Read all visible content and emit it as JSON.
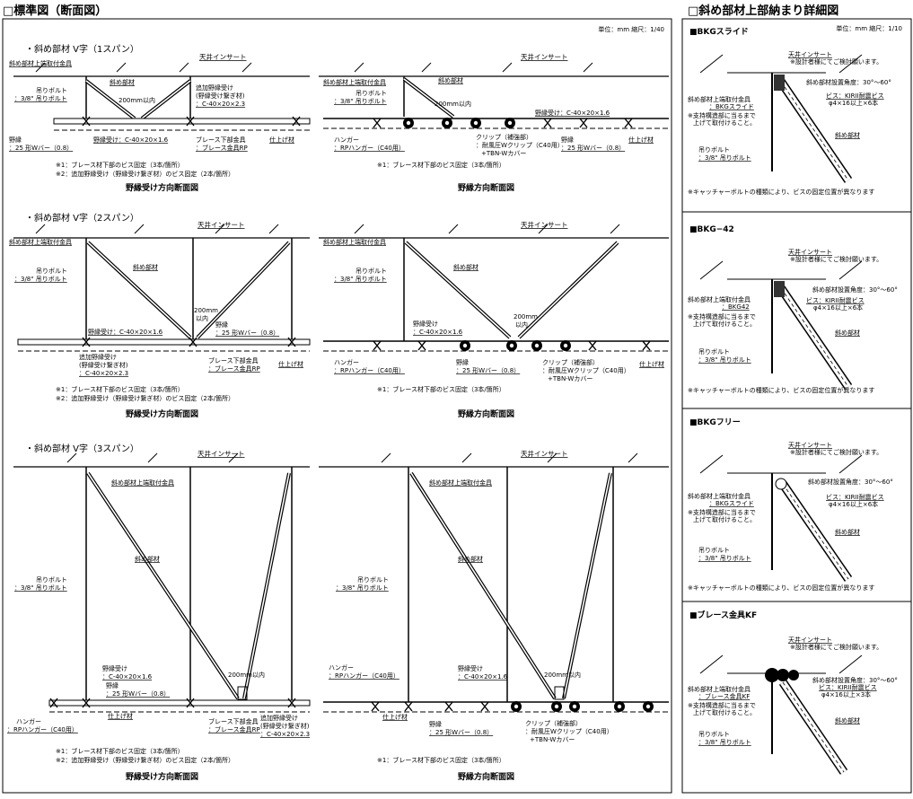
{
  "left_title": "□標準図（断面図）",
  "right_title": "□斜め部材上部納まり詳細図",
  "left_unit": "単位：mm  縮尺：1/40",
  "right_unit": "単位：mm  縮尺：1/10",
  "sections": [
    {
      "heading": "・斜め部材 V字（1スパン）"
    },
    {
      "heading": "・斜め部材 V字（2スパン）"
    },
    {
      "heading": "・斜め部材 V字（3スパン）"
    }
  ],
  "common": {
    "tenjou_insert": "天井インサート",
    "upper_fitting": "斜め部材上端取付金具",
    "diag": "斜め部材",
    "bolt1": "吊りボルト",
    "bolt2": "：3/8\" 吊りボルト",
    "bolt2b": "3/8\" 吊りボルト",
    "add_nobuchi1": "追加野縁受け",
    "add_nobuchi2": "(野縁受け繋ぎ材)",
    "add_nobuchi3": "：C-40×20×2.3",
    "nobuchiuke": "野縁受け：C-40×20×1.6",
    "nobuchiuke_a": "野縁受け",
    "nobuchiuke_b": "：C-40×20×1.6",
    "nobuchi": "野縁",
    "nobuchi_w": "：25 形Wバー（0.8）",
    "brace_lower1": "ブレース下部金具",
    "brace_lower2": "：ブレース金具RP",
    "finish": "仕上げ材",
    "within200": "200mm以内",
    "within200a": "200mm",
    "within200b": "以内",
    "hanger1": "ハンガー",
    "hanger2": "：RPハンガー（C40用）",
    "clip1": "クリップ（補強部）",
    "clip2": "：耐風圧Wクリップ（C40用）",
    "clip3": "+TBN-Wカバー",
    "note1": "※1：ブレース材下部のビス固定（3本/箇所）",
    "note2": "※2：追加野縁受け（野縁受け繋ぎ材）のビス固定（2本/箇所）",
    "cap_left": "野縁受け方向断面図",
    "cap_right": "野縁方向断面図"
  },
  "details": [
    {
      "title": "■BKGスライド",
      "fitting": "：BKGスライド",
      "screw2": "φ4×16以上×6本",
      "bolt": "：3/8\" 吊りボルト"
    },
    {
      "title": "■BKG−42",
      "fitting": "：BKG42",
      "screw2": "φ4×16以上×6本",
      "bolt": "：3/8\" 吊りボルト"
    },
    {
      "title": "■BKGフリー",
      "fitting": "：BKGスライド",
      "screw2": "φ4×16以上×6本",
      "bolt": "：3/8\" 吊りボルト"
    },
    {
      "title": "■ブレース金具KF",
      "fitting": "：ブレース金具KF",
      "screw2": "φ4×16以上×3本",
      "bolt": "：3/8\" 吊りボルト"
    }
  ],
  "detail_common": {
    "insert": "天井インサート",
    "consult": "※設計者様にてご検討願います。",
    "angle": "斜め部材設置角度：30°～60°",
    "screw1": "ビス：KIRII耐震ビス",
    "fitting": "斜め部材上端取付金具",
    "support1": "※支持構造部に当るまで",
    "support2": "上げて取付けること。",
    "diag": "斜め部材",
    "bolt": "吊りボルト",
    "catcher_note": "※キャッチャーボルトの種類により、ビスの固定位置が異なります"
  }
}
